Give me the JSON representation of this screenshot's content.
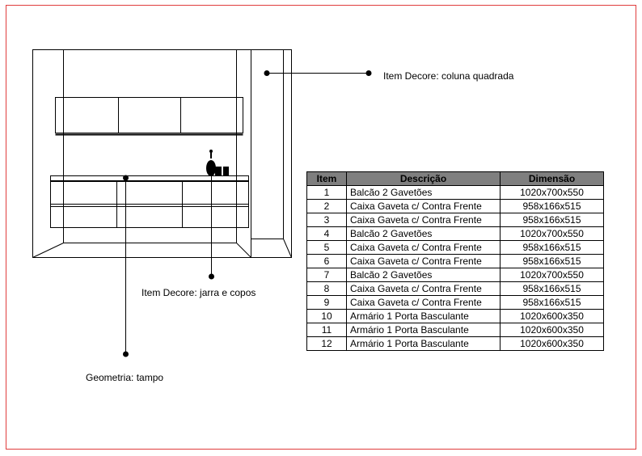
{
  "annotations": {
    "coluna": "Item Decore:  coluna  quadrada",
    "jarra": "Item Decore:  jarra  e  copos",
    "tampo": "Geometria:  tampo"
  },
  "table": {
    "headers": {
      "item": "Item",
      "descricao": "Descrição",
      "dimensao": "Dimensão"
    },
    "rows": [
      {
        "item": "1",
        "descricao": "Balcão 2 Gavetões",
        "dimensao": "1020x700x550"
      },
      {
        "item": "2",
        "descricao": "Caixa Gaveta c/ Contra Frente",
        "dimensao": "958x166x515"
      },
      {
        "item": "3",
        "descricao": "Caixa Gaveta c/ Contra Frente",
        "dimensao": "958x166x515"
      },
      {
        "item": "4",
        "descricao": "Balcão 2 Gavetões",
        "dimensao": "1020x700x550"
      },
      {
        "item": "5",
        "descricao": "Caixa Gaveta c/ Contra Frente",
        "dimensao": "958x166x515"
      },
      {
        "item": "6",
        "descricao": "Caixa Gaveta c/ Contra Frente",
        "dimensao": "958x166x515"
      },
      {
        "item": "7",
        "descricao": "Balcão 2 Gavetões",
        "dimensao": "1020x700x550"
      },
      {
        "item": "8",
        "descricao": "Caixa Gaveta c/ Contra Frente",
        "dimensao": "958x166x515"
      },
      {
        "item": "9",
        "descricao": "Caixa Gaveta c/ Contra Frente",
        "dimensao": "958x166x515"
      },
      {
        "item": "10",
        "descricao": "Armário 1 Porta Basculante",
        "dimensao": "1020x600x350"
      },
      {
        "item": "11",
        "descricao": "Armário 1 Porta Basculante",
        "dimensao": "1020x600x350"
      },
      {
        "item": "12",
        "descricao": "Armário 1 Porta Basculante",
        "dimensao": "1020x600x350"
      }
    ]
  },
  "colors": {
    "border": "#e03c3c",
    "header_bg": "#7f7f7f"
  }
}
